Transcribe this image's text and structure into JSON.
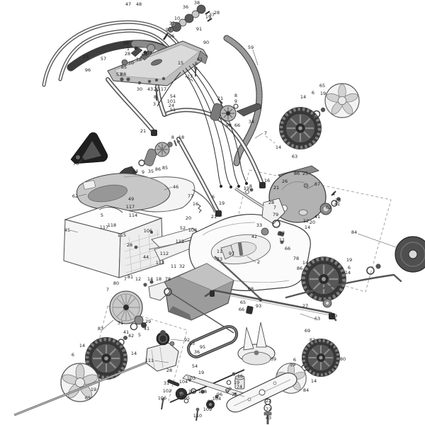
{
  "diagram": {
    "description": "lawn mower exploded parts diagram",
    "colors": {
      "line": "#444444",
      "dark_part": "#3a3a3a",
      "mid_gray": "#b4b4b4",
      "light_gray": "#ededed"
    },
    "labels": [
      [
        "47",
        181,
        6
      ],
      [
        "48",
        196,
        6
      ],
      [
        "38",
        278,
        4
      ],
      [
        "36",
        262,
        10
      ],
      [
        "19",
        294,
        24
      ],
      [
        "28",
        306,
        18
      ],
      [
        "37",
        299,
        21
      ],
      [
        "10",
        250,
        26
      ],
      [
        "32",
        243,
        33
      ],
      [
        "91",
        281,
        41
      ],
      [
        "97",
        238,
        42
      ],
      [
        "96",
        242,
        51
      ],
      [
        "90",
        291,
        60
      ],
      [
        "59",
        354,
        67
      ],
      [
        "23",
        121,
        80
      ],
      [
        "57",
        146,
        83
      ],
      [
        "56",
        178,
        61
      ],
      [
        "1",
        181,
        69
      ],
      [
        "28",
        180,
        76
      ],
      [
        "64",
        204,
        77
      ],
      [
        "57",
        211,
        75
      ],
      [
        "18",
        196,
        84
      ],
      [
        "10",
        185,
        89
      ],
      [
        "85",
        175,
        95
      ],
      [
        "96",
        124,
        99
      ],
      [
        "53",
        168,
        105
      ],
      [
        "88",
        174,
        105
      ],
      [
        "30",
        197,
        126
      ],
      [
        "43",
        212,
        126
      ],
      [
        "20",
        221,
        126
      ],
      [
        "17",
        231,
        126
      ],
      [
        "61",
        282,
        84
      ],
      [
        "8",
        277,
        90
      ],
      [
        "3",
        277,
        97
      ],
      [
        "15",
        255,
        89
      ],
      [
        "27",
        268,
        108
      ],
      [
        "54",
        244,
        136
      ],
      [
        "101",
        242,
        143
      ],
      [
        "24",
        242,
        149
      ],
      [
        "51",
        244,
        155
      ],
      [
        "8",
        219,
        137
      ],
      [
        "3",
        218,
        147
      ],
      [
        "21",
        202,
        185
      ],
      [
        "8",
        244,
        194
      ],
      [
        "18",
        256,
        194
      ],
      [
        "65",
        455,
        121
      ],
      [
        "19",
        456,
        132
      ],
      [
        "6",
        442,
        131
      ],
      [
        "14",
        428,
        137
      ],
      [
        "7",
        375,
        188
      ],
      [
        "14",
        393,
        208
      ],
      [
        "63",
        416,
        221
      ],
      [
        "21",
        311,
        139
      ],
      [
        "8",
        333,
        135
      ],
      [
        "9",
        333,
        143
      ],
      [
        "98",
        323,
        177
      ],
      [
        "66",
        335,
        177
      ],
      [
        "34",
        355,
        172
      ],
      [
        "34",
        191,
        242
      ],
      [
        "9",
        202,
        243
      ],
      [
        "35",
        213,
        242
      ],
      [
        "86",
        223,
        239
      ],
      [
        "85",
        233,
        237
      ],
      [
        "76",
        107,
        231
      ],
      [
        "62",
        106,
        277
      ],
      [
        "45",
        95,
        325
      ],
      [
        "49",
        185,
        281
      ],
      [
        "117",
        184,
        292
      ],
      [
        "5",
        144,
        304
      ],
      [
        "114",
        188,
        304
      ],
      [
        "117",
        147,
        321
      ],
      [
        "118",
        158,
        318
      ],
      [
        "115",
        172,
        332
      ],
      [
        "28",
        183,
        346
      ],
      [
        "106",
        209,
        326
      ],
      [
        "44",
        206,
        363
      ],
      [
        "112",
        232,
        358
      ],
      [
        "113",
        226,
        371
      ],
      [
        "11",
        245,
        376
      ],
      [
        "32",
        257,
        376
      ],
      [
        "46",
        248,
        264
      ],
      [
        "77",
        269,
        277
      ],
      [
        "16",
        276,
        288
      ],
      [
        "20",
        266,
        308
      ],
      [
        "52",
        258,
        322
      ],
      [
        "108",
        272,
        325
      ],
      [
        "112",
        254,
        341
      ],
      [
        "86",
        419,
        245
      ],
      [
        "25",
        431,
        245
      ],
      [
        "26",
        402,
        256
      ],
      [
        "87",
        448,
        260
      ],
      [
        "4",
        471,
        274
      ],
      [
        "29",
        477,
        283
      ],
      [
        "41",
        476,
        288
      ],
      [
        "62",
        464,
        293
      ],
      [
        "41",
        448,
        306
      ],
      [
        "12",
        432,
        312
      ],
      [
        "20",
        441,
        314
      ],
      [
        "14",
        434,
        321
      ],
      [
        "16",
        377,
        255
      ],
      [
        "21",
        390,
        265
      ],
      [
        "19",
        348,
        266
      ],
      [
        "8",
        354,
        263
      ],
      [
        "6",
        301,
        278
      ],
      [
        "19",
        313,
        287
      ],
      [
        "21",
        302,
        306
      ],
      [
        "28",
        383,
        286
      ],
      [
        "7",
        388,
        293
      ],
      [
        "79",
        389,
        303
      ],
      [
        "33",
        366,
        318
      ],
      [
        "32",
        398,
        329
      ],
      [
        "11",
        398,
        339
      ],
      [
        "66",
        406,
        351
      ],
      [
        "78",
        418,
        365
      ],
      [
        "14",
        431,
        371
      ],
      [
        "86",
        423,
        379
      ],
      [
        "11",
        310,
        355
      ],
      [
        "97",
        327,
        358
      ],
      [
        "73",
        310,
        366
      ],
      [
        "2",
        365,
        370
      ],
      [
        "42",
        359,
        334
      ],
      [
        "68",
        354,
        408
      ],
      [
        "65",
        343,
        427
      ],
      [
        "66",
        341,
        437
      ],
      [
        "93",
        365,
        432
      ],
      [
        "84",
        500,
        328
      ],
      [
        "19",
        493,
        367
      ],
      [
        "6",
        493,
        378
      ],
      [
        "14",
        491,
        385
      ],
      [
        "63",
        448,
        450
      ],
      [
        "27",
        431,
        432
      ],
      [
        "69",
        434,
        467
      ],
      [
        "79",
        472,
        446
      ],
      [
        "82",
        441,
        480
      ],
      [
        "14",
        467,
        490
      ],
      [
        "80",
        484,
        507
      ],
      [
        "6",
        416,
        508
      ],
      [
        "19",
        413,
        515
      ],
      [
        "14",
        443,
        538
      ],
      [
        "84",
        432,
        551
      ],
      [
        "39",
        386,
        507
      ],
      [
        "16",
        339,
        531
      ],
      [
        "19",
        334,
        540
      ],
      [
        "9",
        325,
        549
      ],
      [
        "74",
        338,
        546
      ],
      [
        "75",
        331,
        557
      ],
      [
        "22",
        379,
        566
      ],
      [
        "72",
        379,
        578
      ],
      [
        "43",
        379,
        590
      ],
      [
        "7",
        177,
        394
      ],
      [
        "81",
        184,
        391
      ],
      [
        "12",
        195,
        394
      ],
      [
        "14",
        212,
        394
      ],
      [
        "18",
        224,
        394
      ],
      [
        "78",
        237,
        394
      ],
      [
        "80",
        164,
        400
      ],
      [
        "7",
        152,
        409
      ],
      [
        "83",
        142,
        464
      ],
      [
        "31",
        170,
        456
      ],
      [
        "29",
        209,
        454
      ],
      [
        "41",
        207,
        464
      ],
      [
        "41",
        178,
        469
      ],
      [
        "5",
        197,
        473
      ],
      [
        "42",
        185,
        474
      ],
      [
        "14",
        116,
        488
      ],
      [
        "6",
        103,
        501
      ],
      [
        "19",
        132,
        550
      ],
      [
        "65",
        124,
        562
      ],
      [
        "14",
        189,
        499
      ],
      [
        "111",
        211,
        509
      ],
      [
        "92",
        264,
        480
      ],
      [
        "13",
        271,
        485
      ],
      [
        "95",
        286,
        490
      ],
      [
        "36",
        278,
        497
      ],
      [
        "28",
        239,
        523
      ],
      [
        "54",
        275,
        517
      ],
      [
        "19",
        284,
        526
      ],
      [
        "103",
        270,
        534
      ],
      [
        "104",
        259,
        539
      ],
      [
        "31",
        235,
        541
      ],
      [
        "102",
        236,
        552
      ],
      [
        "26",
        255,
        558
      ],
      [
        "105",
        262,
        562
      ],
      [
        "106",
        229,
        562
      ],
      [
        "107",
        272,
        553
      ],
      [
        "108",
        286,
        553
      ],
      [
        "96",
        310,
        557
      ],
      [
        "104",
        306,
        563
      ],
      [
        "99",
        297,
        567
      ],
      [
        "9",
        321,
        553
      ],
      [
        "109",
        293,
        578
      ],
      [
        "110",
        279,
        587
      ]
    ]
  }
}
